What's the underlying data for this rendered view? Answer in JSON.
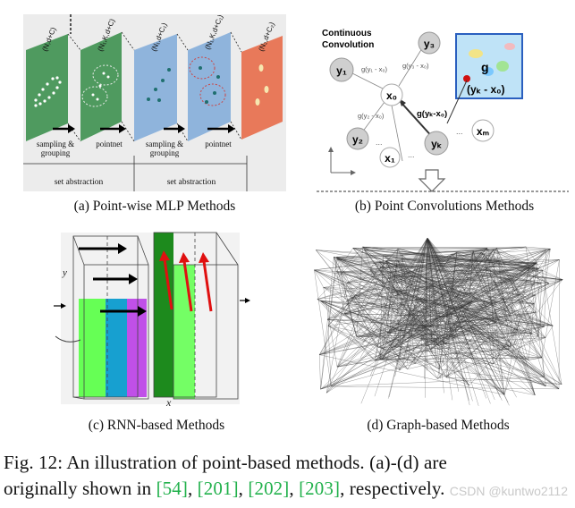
{
  "panel_a": {
    "caption": "(a) Point-wise MLP Methods",
    "planes": [
      "(N,d+C)",
      "(N₁,K,d+C)",
      "(N₁,d+C₁)",
      "(N₁,K,d+C₁)",
      "(N₂,d+C₂)"
    ],
    "step1": "sampling &",
    "step1b": "grouping",
    "step2": "pointnet",
    "step3": "sampling &",
    "step3b": "grouping",
    "step4": "pointnet",
    "group1": "set abstraction",
    "group2": "set abstraction"
  },
  "panel_b": {
    "caption": "(b) Point Convolutions Methods",
    "title1": "Continuous",
    "title2": "Convolution",
    "nodes": {
      "y1": "y₁",
      "y2": "y₂",
      "y3": "y₃",
      "yk": "yₖ",
      "x0": "x₀",
      "x1": "x₁",
      "xm": "xₘ"
    },
    "edges": {
      "e1": "g(y₁ - x₀)",
      "e3": "g(y₃ - x₀)",
      "e2": "g(y₂ - x₀)",
      "ek": "g(yₖ-x₀)"
    },
    "inset_g": "g",
    "inset_expr": "(yₖ - x₀)",
    "dots": "..."
  },
  "panel_c": {
    "caption": "(c) RNN-based Methods",
    "axis_x": "x",
    "axis_y": "y"
  },
  "panel_d": {
    "caption": "(d) Graph-based Methods"
  },
  "figure": {
    "prefix": "Fig. 12: An illustration of point-based methods. (a)-(d) are",
    "line2_start": "originally shown in ",
    "ref1": "[54]",
    "sep1": ", ",
    "ref2": "[201]",
    "sep2": ", ",
    "ref3": "[202]",
    "sep3": ", ",
    "ref4": "[203]",
    "line2_end": ", respectively."
  },
  "watermark": "CSDN @kuntwo2112",
  "colors": {
    "green_plane": "#4f9a5f",
    "blue_plane": "#8fb4dc",
    "orange_plane": "#e8795a",
    "ref_green": "#22b14c",
    "rnn_green": "#66ff55",
    "rnn_blue": "#17a0d0",
    "rnn_purple": "#c050e8",
    "arrow_red": "#e01010"
  }
}
